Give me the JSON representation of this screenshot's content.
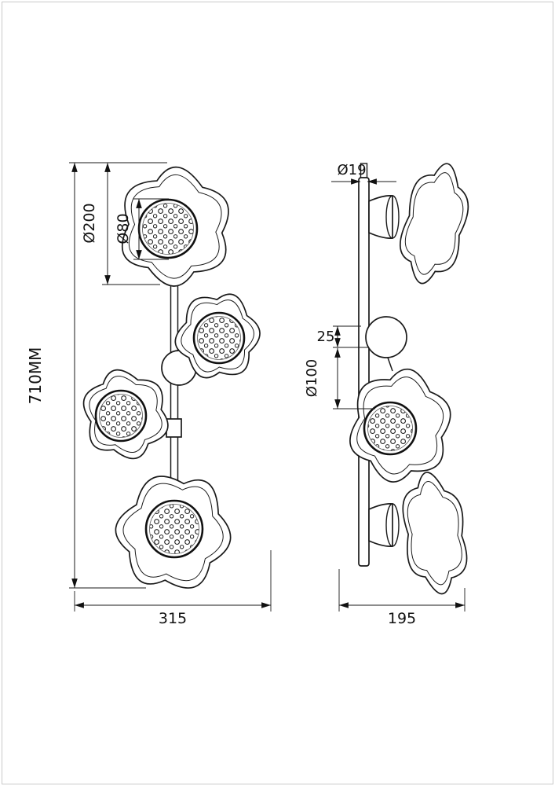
{
  "page": {
    "background": "#ffffff",
    "line_color": "#1a1a1a",
    "description": "Technical dimension drawing of a 4-light flower ceiling lamp, front view and side view"
  },
  "front_view": {
    "labels": {
      "overall_height": "710MM",
      "shade_diameter": "Ø200",
      "disc_diameter": "Ø80",
      "overall_width": "315"
    }
  },
  "side_view": {
    "labels": {
      "rod_diameter": "Ø19",
      "canopy_depth": "25",
      "canopy_diameter": "Ø100",
      "overall_depth": "195"
    }
  }
}
